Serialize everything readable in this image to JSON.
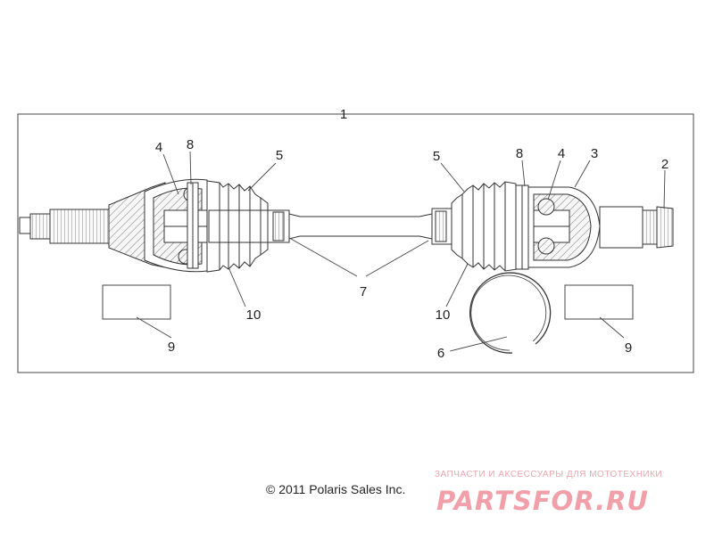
{
  "labels": {
    "assembly": "1",
    "shaft_end": "2",
    "outer_housing": "3",
    "bearing_left": "4",
    "bearing_right": "4",
    "boot_left": "5",
    "boot_right": "5",
    "snap_ring": "6",
    "clamps": "7",
    "band_left": "8",
    "band_right": "8",
    "kit_left": "9",
    "kit_right": "9",
    "clamp_left": "10",
    "clamp_right": "10"
  },
  "copyright": "© 2011 Polaris Sales Inc.",
  "watermark": {
    "tagline": "ЗАПЧАСТИ И АКСЕССУАРЫ ДЛЯ МОТОТЕХНИКИ",
    "brand": "PARTSFOR.RU"
  }
}
